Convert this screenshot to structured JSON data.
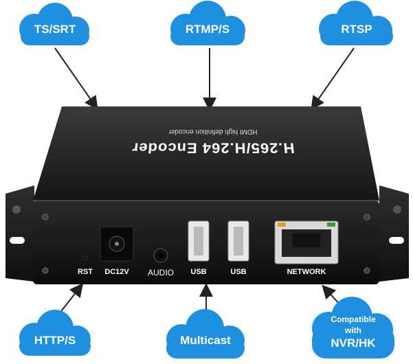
{
  "clouds": {
    "ts_srt": "TS/SRT",
    "rtmp": "RTMP/S",
    "rtsp": "RTSP",
    "http": "HTTP/S",
    "multicast": "Multicast",
    "compat_line1": "Compatible",
    "compat_line2": "with",
    "compat_line3": "NVR/HK"
  },
  "device": {
    "title": "H.265/H.264 Encoder",
    "subtitle": "HDMI high definition encoder",
    "port_labels": {
      "rst": "RST",
      "dc": "DC12V",
      "audio": "AUDIO",
      "usb1": "USB",
      "usb2": "USB",
      "network": "NETWORK"
    }
  },
  "colors": {
    "cloud": "#1f8fe0",
    "device_body": "#1a1a1a",
    "device_top": "#2b2b2b",
    "label_text": "#ffffff"
  }
}
